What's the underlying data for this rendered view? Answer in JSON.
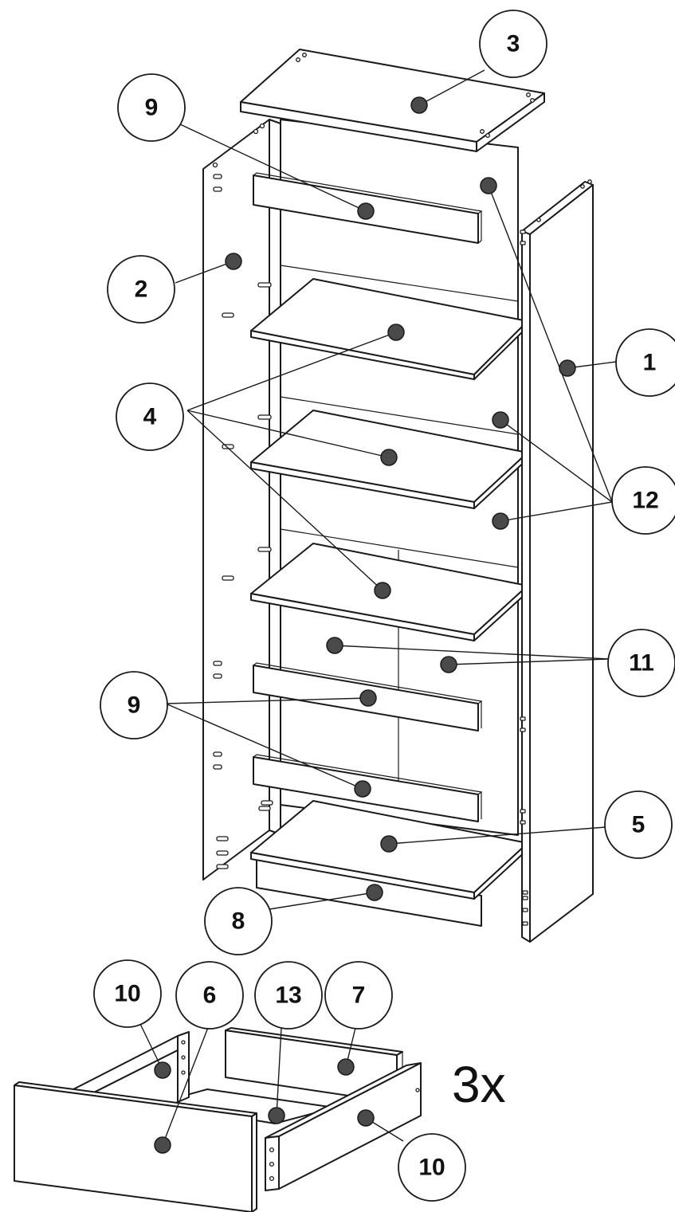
{
  "callouts": {
    "c1": "1",
    "c2": "2",
    "c3": "3",
    "c4": "4",
    "c5": "5",
    "c6": "6",
    "c7": "7",
    "c8": "8",
    "c9_top": "9",
    "c9_bottom": "9",
    "c10_left": "10",
    "c10_right": "10",
    "c11": "11",
    "c12": "12",
    "c13": "13"
  },
  "drawer_quantity": "3x",
  "colors": {
    "line": "#1a1a1a",
    "dot": "#4a4a4a",
    "background": "#ffffff"
  }
}
